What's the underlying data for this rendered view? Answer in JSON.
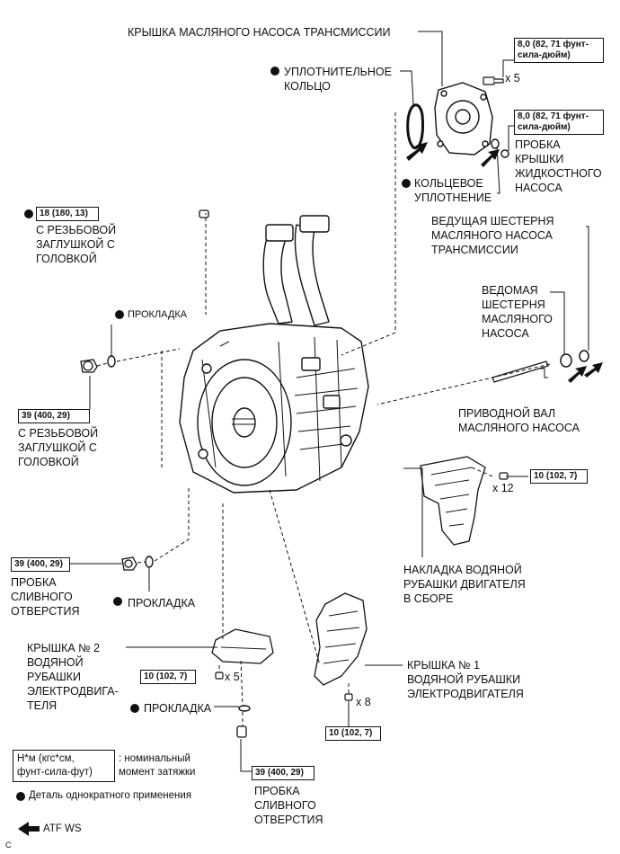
{
  "labels": {
    "oil_pump_cover": "КРЫШКА МАСЛЯНОГО НАСОСА ТРАНСМИССИИ",
    "o_ring_seal": "УПЛОТНИТЕЛЬНОЕ\nКОЛЬЦО",
    "ring_seal": "КОЛЬЦЕВОЕ\nУПЛОТНЕНИЕ",
    "pump_cover_plug": "ПРОБКА\nКРЫШКИ\nЖИДКОСТНОГО\nНАСОСА",
    "screw_plug_top": "С РЕЗЬБОВОЙ\nЗАГЛУШКОЙ С\nГОЛОВКОЙ",
    "gasket_upper": "ПРОКЛАДКА",
    "screw_plug_left": "С РЕЗЬБОВОЙ\nЗАГЛУШКОЙ С\nГОЛОВКОЙ",
    "drive_gear": "ВЕДУЩАЯ ШЕСТЕРНЯ\nМАСЛЯНОГО НАСОСА\nТРАНСМИССИИ",
    "driven_gear": "ВЕДОМАЯ\nШЕСТЕРНЯ\nМАСЛЯНОГО\nНАСОСА",
    "drive_shaft": "ПРИВОДНОЙ ВАЛ\nМАСЛЯНОГО НАСОСА",
    "water_jacket_plate": "НАКЛАДКА ВОДЯНОЙ\nРУБАШКИ ДВИГАТЕЛЯ\nВ СБОРЕ",
    "drain_plug_left": "ПРОБКА\nСЛИВНОГО\nОТВЕРСТИЯ",
    "gasket_left": "ПРОКЛАДКА",
    "cover_no2": "КРЫШКА № 2\nВОДЯНОЙ\nРУБАШКИ\nЭЛЕКТРОДВИГА-\nТЕЛЯ",
    "cover_no1": "КРЫШКА № 1\nВОДЯНОЙ РУБАШКИ\nЭЛЕКТРОДВИГАТЕЛЯ",
    "gasket_bottom": "ПРОКЛАДКА",
    "drain_plug_bottom": "ПРОБКА\nСЛИВНОГО\nОТВЕРСТИЯ"
  },
  "torques": {
    "t_cover_bolt": "8,0 (82, 71 фунт-\nсила-дюйм)",
    "t_cover_plug": "8,0 (82, 71 фунт-\nсила-дюйм)",
    "t_top_plug": "18 (180, 13)",
    "t_left_plug": "39 (400, 29)",
    "t_plate_bolt": "10 (102, 7)",
    "t_drain_left": "39 (400, 29)",
    "t_cover2_bolt": "10 (102, 7)",
    "t_cover1_bolt": "10 (102, 7)",
    "t_drain_bottom": "39 (400, 29)"
  },
  "quantities": {
    "q_cover_bolt": "x 5",
    "q_plate_bolt": "x 12",
    "q_cover2_bolt": "x 5",
    "q_cover1_bolt": "x 8"
  },
  "legend": {
    "torque_units": "Н*м (кгс*см,\nфунт-сила-фут)",
    "torque_desc": ": номинальный\nмомент затяжки",
    "single_use": "Деталь однократного применения",
    "atf": "ATF WS"
  },
  "corner_mark": "C"
}
